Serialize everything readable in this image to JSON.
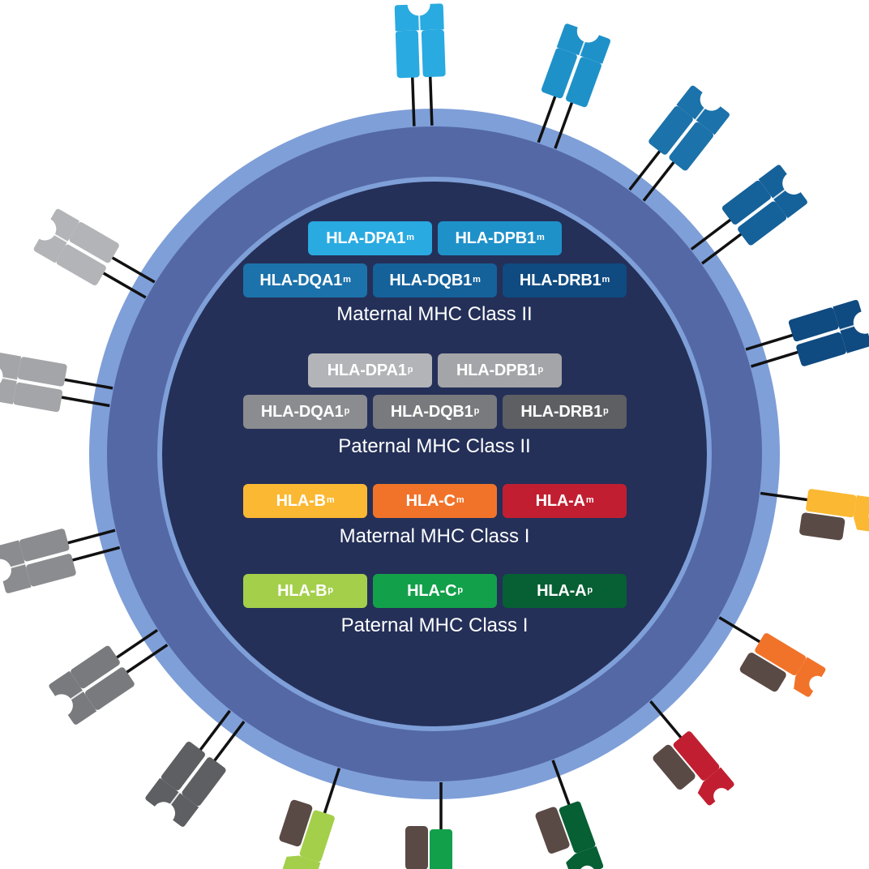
{
  "groups": [
    {
      "label": "Maternal MHC Class II",
      "rows": [
        [
          {
            "gene": "HLA-DPA1",
            "origin": "m",
            "color": "#29aae1"
          },
          {
            "gene": "HLA-DPB1",
            "origin": "m",
            "color": "#1f91c9"
          }
        ],
        [
          {
            "gene": "HLA-DQA1",
            "origin": "m",
            "color": "#1c72aa"
          },
          {
            "gene": "HLA-DQB1",
            "origin": "m",
            "color": "#15619a"
          },
          {
            "gene": "HLA-DRB1",
            "origin": "m",
            "color": "#0f4a80"
          }
        ]
      ]
    },
    {
      "label": "Paternal MHC Class II",
      "rows": [
        [
          {
            "gene": "HLA-DPA1",
            "origin": "p",
            "color": "#b3b4b7"
          },
          {
            "gene": "HLA-DPB1",
            "origin": "p",
            "color": "#a4a5a8"
          }
        ],
        [
          {
            "gene": "HLA-DQA1",
            "origin": "p",
            "color": "#8b8c8f"
          },
          {
            "gene": "HLA-DQB1",
            "origin": "p",
            "color": "#797a7d"
          },
          {
            "gene": "HLA-DRB1",
            "origin": "p",
            "color": "#5e5f62"
          }
        ]
      ]
    },
    {
      "label": "Maternal MHC Class I",
      "rows": [
        [
          {
            "gene": "HLA-B",
            "origin": "m",
            "color": "#fbb832"
          },
          {
            "gene": "HLA-C",
            "origin": "m",
            "color": "#f1732a"
          },
          {
            "gene": "HLA-A",
            "origin": "m",
            "color": "#c11f31"
          }
        ]
      ]
    },
    {
      "label": "Paternal MHC Class I",
      "rows": [
        [
          {
            "gene": "HLA-B",
            "origin": "p",
            "color": "#a4cf4b"
          },
          {
            "gene": "HLA-C",
            "origin": "p",
            "color": "#13a04a"
          },
          {
            "gene": "HLA-A",
            "origin": "p",
            "color": "#075f34"
          }
        ]
      ]
    }
  ],
  "colors": {
    "cell_outer_ring": "#7f9fd8",
    "cell_membrane": "#5468a6",
    "cell_inner_ring": "#7f9fd8",
    "cell_interior": "#243058",
    "beta2m_chain": "#5a4a45",
    "anchor_line": "#111111"
  },
  "receptors": [
    {
      "name": "class-ii-receptor-dpa1-maternal",
      "kind": "class-ii",
      "color": "#29aae1"
    },
    {
      "name": "class-ii-receptor-dpb1-maternal",
      "kind": "class-ii",
      "color": "#1f91c9"
    },
    {
      "name": "class-ii-receptor-dqa1-maternal",
      "kind": "class-ii",
      "color": "#1c72aa"
    },
    {
      "name": "class-ii-receptor-dqb1-maternal",
      "kind": "class-ii",
      "color": "#15619a"
    },
    {
      "name": "class-ii-receptor-drb1-maternal",
      "kind": "class-ii",
      "color": "#0f4a80"
    },
    {
      "name": "class-i-receptor-b-maternal",
      "kind": "class-i",
      "color": "#fbb832"
    },
    {
      "name": "class-i-receptor-c-maternal",
      "kind": "class-i",
      "color": "#f1732a"
    },
    {
      "name": "class-i-receptor-a-maternal",
      "kind": "class-i",
      "color": "#c11f31"
    },
    {
      "name": "class-i-receptor-a-paternal",
      "kind": "class-i",
      "color": "#075f34"
    },
    {
      "name": "class-i-receptor-c-paternal",
      "kind": "class-i",
      "color": "#13a04a"
    },
    {
      "name": "class-i-receptor-b-paternal",
      "kind": "class-i",
      "color": "#a4cf4b"
    },
    {
      "name": "class-ii-receptor-drb1-paternal",
      "kind": "class-ii",
      "color": "#5e5f62"
    },
    {
      "name": "class-ii-receptor-dqb1-paternal",
      "kind": "class-ii",
      "color": "#797a7d"
    },
    {
      "name": "class-ii-receptor-dqa1-paternal",
      "kind": "class-ii",
      "color": "#8b8c8f"
    },
    {
      "name": "class-ii-receptor-dpb1-paternal",
      "kind": "class-ii",
      "color": "#a4a5a8"
    },
    {
      "name": "class-ii-receptor-dpa1-paternal",
      "kind": "class-ii",
      "color": "#b3b4b7"
    }
  ]
}
